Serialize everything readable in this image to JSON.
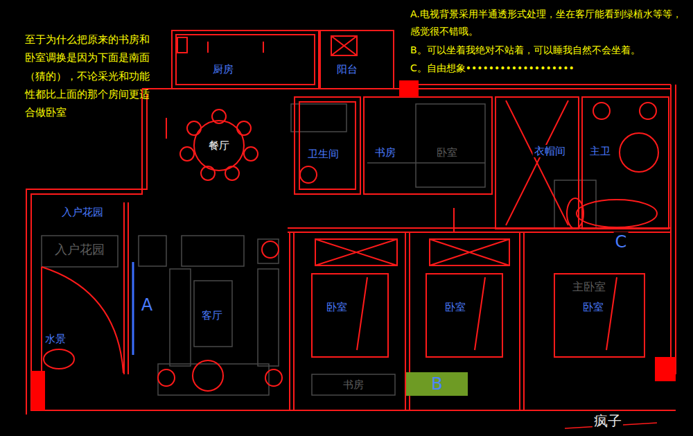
{
  "diagram": {
    "nodes": [
      {
        "text": [
          "B"
        ]
      }
    ],
    "labels": [
      "至于为什么把原来的书房和卧室调换是因为下面是南面（猜的），不论采光和功能性都比上面的那个房间更适合做卧室",
      "A.电视背景采用半通透形式处理，坐在客厅能看到绿植水等等，感觉很不错哦。",
      "B。可以坐着我绝对不站着，可以睡我自然不会坐着。",
      "C。自由想象•••••••••••••••••••",
      "厨房",
      "阳台",
      "餐厅",
      "卫生间",
      "书房",
      "卧室",
      "衣帽间",
      "主卫",
      "入户花园",
      "C",
      "入户花园",
      "A",
      "客厅",
      "卧室",
      "卧室",
      "主卧室",
      "卧室",
      "水景",
      "书房",
      "疯子"
    ]
  }
}
